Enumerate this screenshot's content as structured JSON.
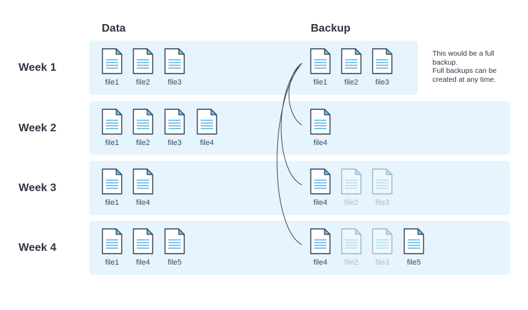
{
  "headers": {
    "data": "Data",
    "backup": "Backup"
  },
  "weeks": [
    {
      "label": "Week 1",
      "data_files": [
        "file1",
        "file2",
        "file3"
      ],
      "backup_files": [
        {
          "name": "file1",
          "faded": false
        },
        {
          "name": "file2",
          "faded": false
        },
        {
          "name": "file3",
          "faded": false
        }
      ]
    },
    {
      "label": "Week 2",
      "data_files": [
        "file1",
        "file2",
        "file3",
        "file4"
      ],
      "backup_files": [
        {
          "name": "file4",
          "faded": false
        }
      ]
    },
    {
      "label": "Week 3",
      "data_files": [
        "file1",
        "file4"
      ],
      "backup_files": [
        {
          "name": "file4",
          "faded": false
        },
        {
          "name": "file2",
          "faded": true
        },
        {
          "name": "file3",
          "faded": true
        }
      ]
    },
    {
      "label": "Week 4",
      "data_files": [
        "file1",
        "file4",
        "file5"
      ],
      "backup_files": [
        {
          "name": "file4",
          "faded": false
        },
        {
          "name": "file2",
          "faded": true
        },
        {
          "name": "file3",
          "faded": true
        },
        {
          "name": "file5",
          "faded": false
        }
      ]
    }
  ],
  "note": {
    "line1": "This would be a full",
    "line2": "backup.",
    "line3": "Full backups can be",
    "line4": "created at any time."
  },
  "colors": {
    "band": "#e6f4fd",
    "icon_stroke": "#2f3e4e",
    "icon_fold": "#6ec6ee",
    "icon_lines": "#4fb3ea",
    "link": "#3b4a5a"
  },
  "icon": "document-icon"
}
